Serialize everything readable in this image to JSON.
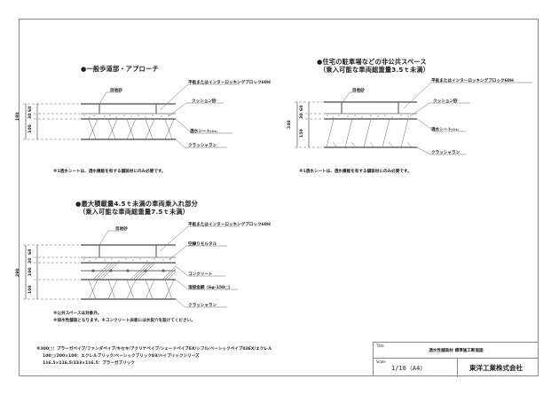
{
  "sections": [
    {
      "title": "●一般歩道部・アプローチ",
      "subtitle": "",
      "labels": {
        "joint_sand": "目地砂",
        "paver": "平板またはインターロッキングブロック60H",
        "cushion": "クッション砂",
        "sheet": "透水シート",
        "sheet_note_mark": "(※1)",
        "base": "クラッシャラン"
      },
      "dimensions": {
        "total": "190",
        "layers": [
          "60",
          "30",
          "100"
        ]
      },
      "notes": [
        "※1透水シートは、透水機能を有する舗装材にのみ必要です。"
      ]
    },
    {
      "title": "●住宅の駐車場などの非公共スペース",
      "subtitle": "（乗入可能な車両総重量3.5ｔ未満）",
      "labels": {
        "joint_sand": "目地砂",
        "paver": "平板またはインターロッキングブロック60H",
        "cushion": "クッション砂",
        "sheet": "透水シート",
        "sheet_note_mark": "(※1)",
        "base": "クラッシャラン"
      },
      "dimensions": {
        "total": "240",
        "layers": [
          "60",
          "30",
          "150"
        ]
      },
      "notes": [
        "※1透水シートは、透水機能を有する舗装材にのみ必要です。"
      ]
    },
    {
      "title": "●最大積載量4.5ｔ未満の車両乗入れ部分",
      "subtitle": "（乗入可能な車両総重量7.5ｔ未満）",
      "labels": {
        "joint_sand": "目地砂",
        "paver": "平板またはインターロッキングブロック60H",
        "mortar": "空練りモルタル",
        "concrete": "コンクリート",
        "mesh": "溶接金網（6φ-150□）",
        "base": "クラッシャラン"
      },
      "dimensions": {
        "total": "290",
        "layers": [
          "60",
          "30",
          "100",
          "100"
        ]
      },
      "notes": [
        "※公共スペースは対象外。",
        "※排水性舗装となります。※コンクリート床板には水抜穴を設けてください。"
      ]
    }
  ],
  "footer_notes": [
    "※300□：プラーガペイブ/ファンダペイブ/キセキ/アクリナペイブ/シェードペイブEX/シフル/ベーシックペイブ03EX/エクレル",
    "100□/200×100：エクレルブリック/ベーシックブリック03/ハイブリックシリーズ",
    "116.5×116.5/233×116.5：プラーガブリック"
  ],
  "title_block": {
    "title_caption": "Title",
    "title": "透水性舗装材 標準施工断面図",
    "scale_caption": "Scale",
    "scale": "1/10（A4）",
    "company": "東洋工業株式会社"
  },
  "colors": {
    "line": "#555555",
    "frame": "#8a8a8a",
    "text": "#222222"
  }
}
